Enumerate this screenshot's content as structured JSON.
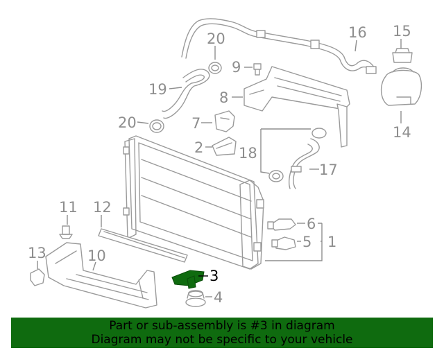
{
  "diagram": {
    "callouts": {
      "c1": "1",
      "c2": "2",
      "c3": "3",
      "c4": "4",
      "c5": "5",
      "c6": "6",
      "c7": "7",
      "c8": "8",
      "c9": "9",
      "c10": "10",
      "c11": "11",
      "c12": "12",
      "c13": "13",
      "c14": "14",
      "c15": "15",
      "c16": "16",
      "c17": "17",
      "c18": "18",
      "c19": "19",
      "c20a": "20",
      "c20b": "20"
    },
    "highlighted_part": "3",
    "colors": {
      "highlight": "#0f6b0f",
      "linework": "#9a9a9a",
      "banner": "#0f6b0f"
    }
  },
  "banner": {
    "line1": "Part or sub-assembly is #3 in diagram",
    "line2": "Diagram may not be specific to your vehicle"
  }
}
